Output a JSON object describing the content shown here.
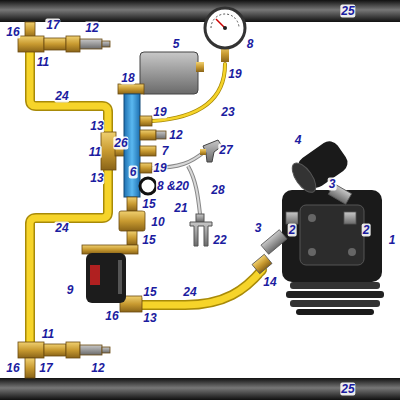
{
  "diagram": {
    "labels": [
      "25",
      "17",
      "16",
      "12",
      "11",
      "5",
      "8",
      "18",
      "19",
      "24",
      "23",
      "19",
      "12",
      "13",
      "26",
      "11",
      "7",
      "27",
      "4",
      "6",
      "19",
      "3",
      "13",
      "8 &20",
      "28",
      "15",
      "21",
      "24",
      "10",
      "2",
      "2",
      "1",
      "3",
      "22",
      "15",
      "9",
      "14",
      "15",
      "24",
      "16",
      "13",
      "11",
      "12",
      "16",
      "17",
      "25"
    ]
  }
}
